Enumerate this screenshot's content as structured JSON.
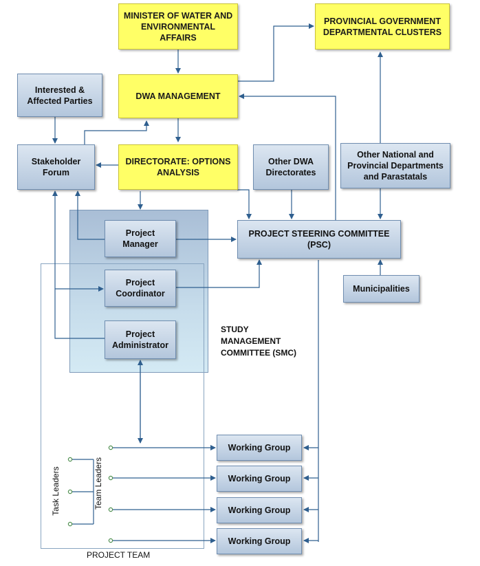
{
  "boxes": {
    "minister": "MINISTER OF WATER AND\nENVIRONMENTAL\nAFFAIRS",
    "provincial_clusters": "PROVINCIAL GOVERNMENT\nDEPARTMENTAL CLUSTERS",
    "interested_parties": "Interested &\nAffected Parties",
    "dwa_management": "DWA MANAGEMENT",
    "stakeholder_forum": "Stakeholder\nForum",
    "directorate": "DIRECTORATE: OPTIONS\nANALYSIS",
    "other_dwa": "Other DWA\nDirectorates",
    "other_national": "Other National and\nProvincial Departments\nand Parastatals",
    "project_manager": "Project\nManager",
    "psc": "PROJECT STEERING COMMITTEE\n(PSC)",
    "project_coordinator": "Project\nCoordinator",
    "municipalities": "Municipalities",
    "project_administrator": "Project\nAdministrator",
    "working_groups": [
      "Working Group",
      "Working Group",
      "Working Group",
      "Working Group"
    ]
  },
  "labels": {
    "smc": "STUDY\nMANAGEMENT\nCOMMITTEE (SMC)",
    "project_team": "PROJECT TEAM",
    "task_leaders": "Task Leaders",
    "team_leaders": "Team Leaders"
  },
  "colors": {
    "box_fill_top": "#dce6f1",
    "box_fill_bottom": "#b3c6dc",
    "box_border": "#6f8db0",
    "highlight_yellow": "#ffff66",
    "connector": "#2f5f8f",
    "smc_region": "#b8cde0"
  }
}
